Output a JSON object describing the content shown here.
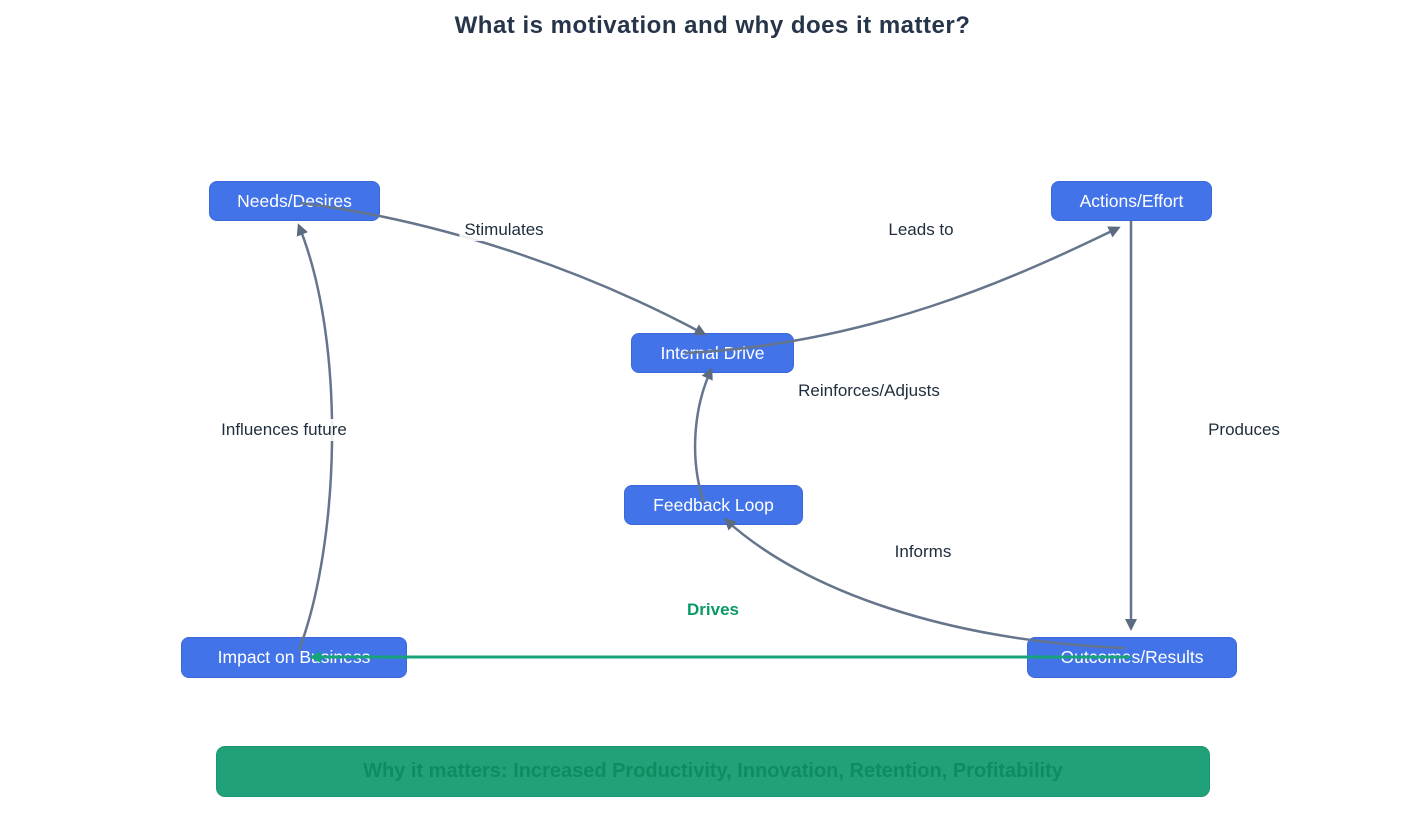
{
  "title": "What is motivation and why does it matter?",
  "nodes": {
    "needs": {
      "label": "Needs/Desires"
    },
    "actions": {
      "label": "Actions/Effort"
    },
    "internal": {
      "label": "Internal Drive"
    },
    "feedback": {
      "label": "Feedback Loop"
    },
    "impact": {
      "label": "Impact on Business"
    },
    "outcomes": {
      "label": "Outcomes/Results"
    }
  },
  "edges": {
    "stimulates": {
      "label": "Stimulates",
      "from": "Needs/Desires",
      "to": "Internal Drive"
    },
    "leads_to": {
      "label": "Leads to",
      "from": "Internal Drive",
      "to": "Actions/Effort"
    },
    "produces": {
      "label": "Produces",
      "from": "Actions/Effort",
      "to": "Outcomes/Results"
    },
    "informs": {
      "label": "Informs",
      "from": "Outcomes/Results",
      "to": "Feedback Loop"
    },
    "reinforces": {
      "label": "Reinforces/Adjusts",
      "from": "Feedback Loop",
      "to": "Internal Drive"
    },
    "drives": {
      "label": "Drives",
      "from": "Outcomes/Results",
      "to": "Impact on Business"
    },
    "influences": {
      "label": "Influences future",
      "from": "Impact on Business",
      "to": "Needs/Desires"
    }
  },
  "banner": {
    "text": "Why it matters: Increased Productivity, Innovation, Retention, Profitability"
  },
  "colors": {
    "node_fill": "#4273e8",
    "node_text": "#ffffff",
    "edge_stroke": "#65758c",
    "edge_arrow": "#5d6b80",
    "green_edge": "#16a379",
    "green_label": "#0b9a66",
    "banner_fill": "#21a179",
    "banner_text": "#0f8b61",
    "title_text": "#26354a",
    "label_text": "#1f2d3d"
  }
}
